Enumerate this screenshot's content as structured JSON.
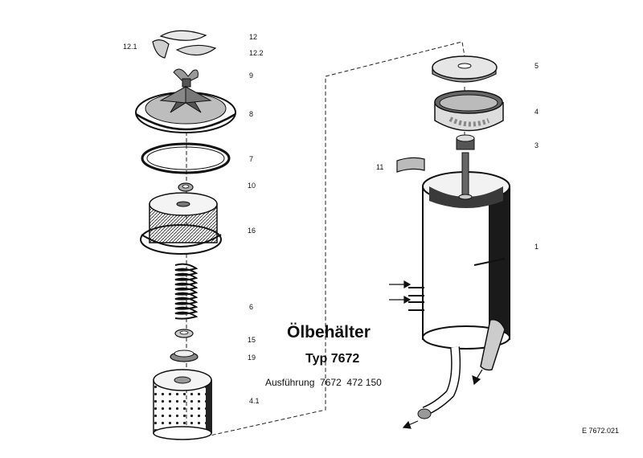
{
  "title": "Ölbehälter",
  "type_line": "Typ 7672",
  "execution_line": "Ausführung  7672  472 150",
  "reference_code": "E 7672.021",
  "callouts": {
    "n12_1": "12.1",
    "n12": "12",
    "n12_2": "12.2",
    "n9": "9",
    "n8": "8",
    "n7": "7",
    "n10": "10",
    "n16": "16",
    "n6": "6",
    "n15": "15",
    "n19": "19",
    "n4_1": "4.1",
    "n5": "5",
    "n4": "4",
    "n3": "3",
    "n11": "11",
    "n1": "1"
  }
}
